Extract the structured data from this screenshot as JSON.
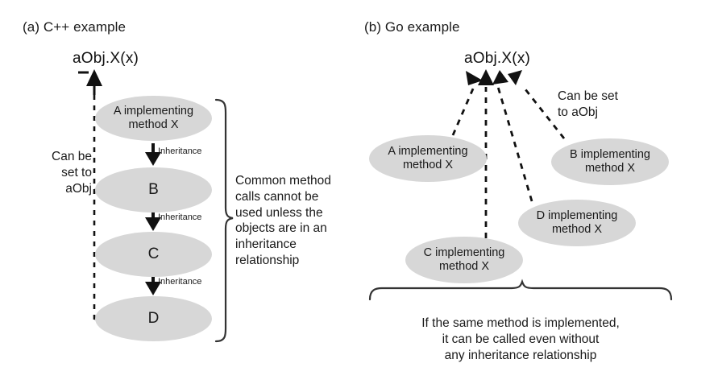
{
  "figure": {
    "background": "#ffffff",
    "ellipse_fill": "#d7d7d7",
    "stroke": "#1a1a1a"
  },
  "panel_a": {
    "title": "(a) C++ example",
    "call_label": "aObj.X(x)",
    "can_be_set_note": "Can be\nset to\naObj",
    "brace_note": "Common method\ncalls cannot be\nused unless the\nobjects are in an\ninheritance\nrelationship",
    "nodes": [
      {
        "id": "A",
        "label": "A implementing\nmethod X"
      },
      {
        "id": "B",
        "label": "B"
      },
      {
        "id": "C",
        "label": "C"
      },
      {
        "id": "D",
        "label": "D"
      }
    ],
    "edge_labels": [
      "Inheritance",
      "Inheritance",
      "Inheritance"
    ]
  },
  "panel_b": {
    "title": "(b) Go example",
    "call_label": "aObj.X(x)",
    "can_be_set_note": "Can be set\nto aObj",
    "brace_note": "If the same method is implemented,\nit can be called even without\nany inheritance relationship",
    "nodes": [
      {
        "id": "A",
        "label": "A implementing\nmethod X"
      },
      {
        "id": "B",
        "label": "B implementing\nmethod X"
      },
      {
        "id": "D",
        "label": "D implementing\nmethod X"
      },
      {
        "id": "C",
        "label": "C implementing\nmethod X"
      }
    ]
  }
}
